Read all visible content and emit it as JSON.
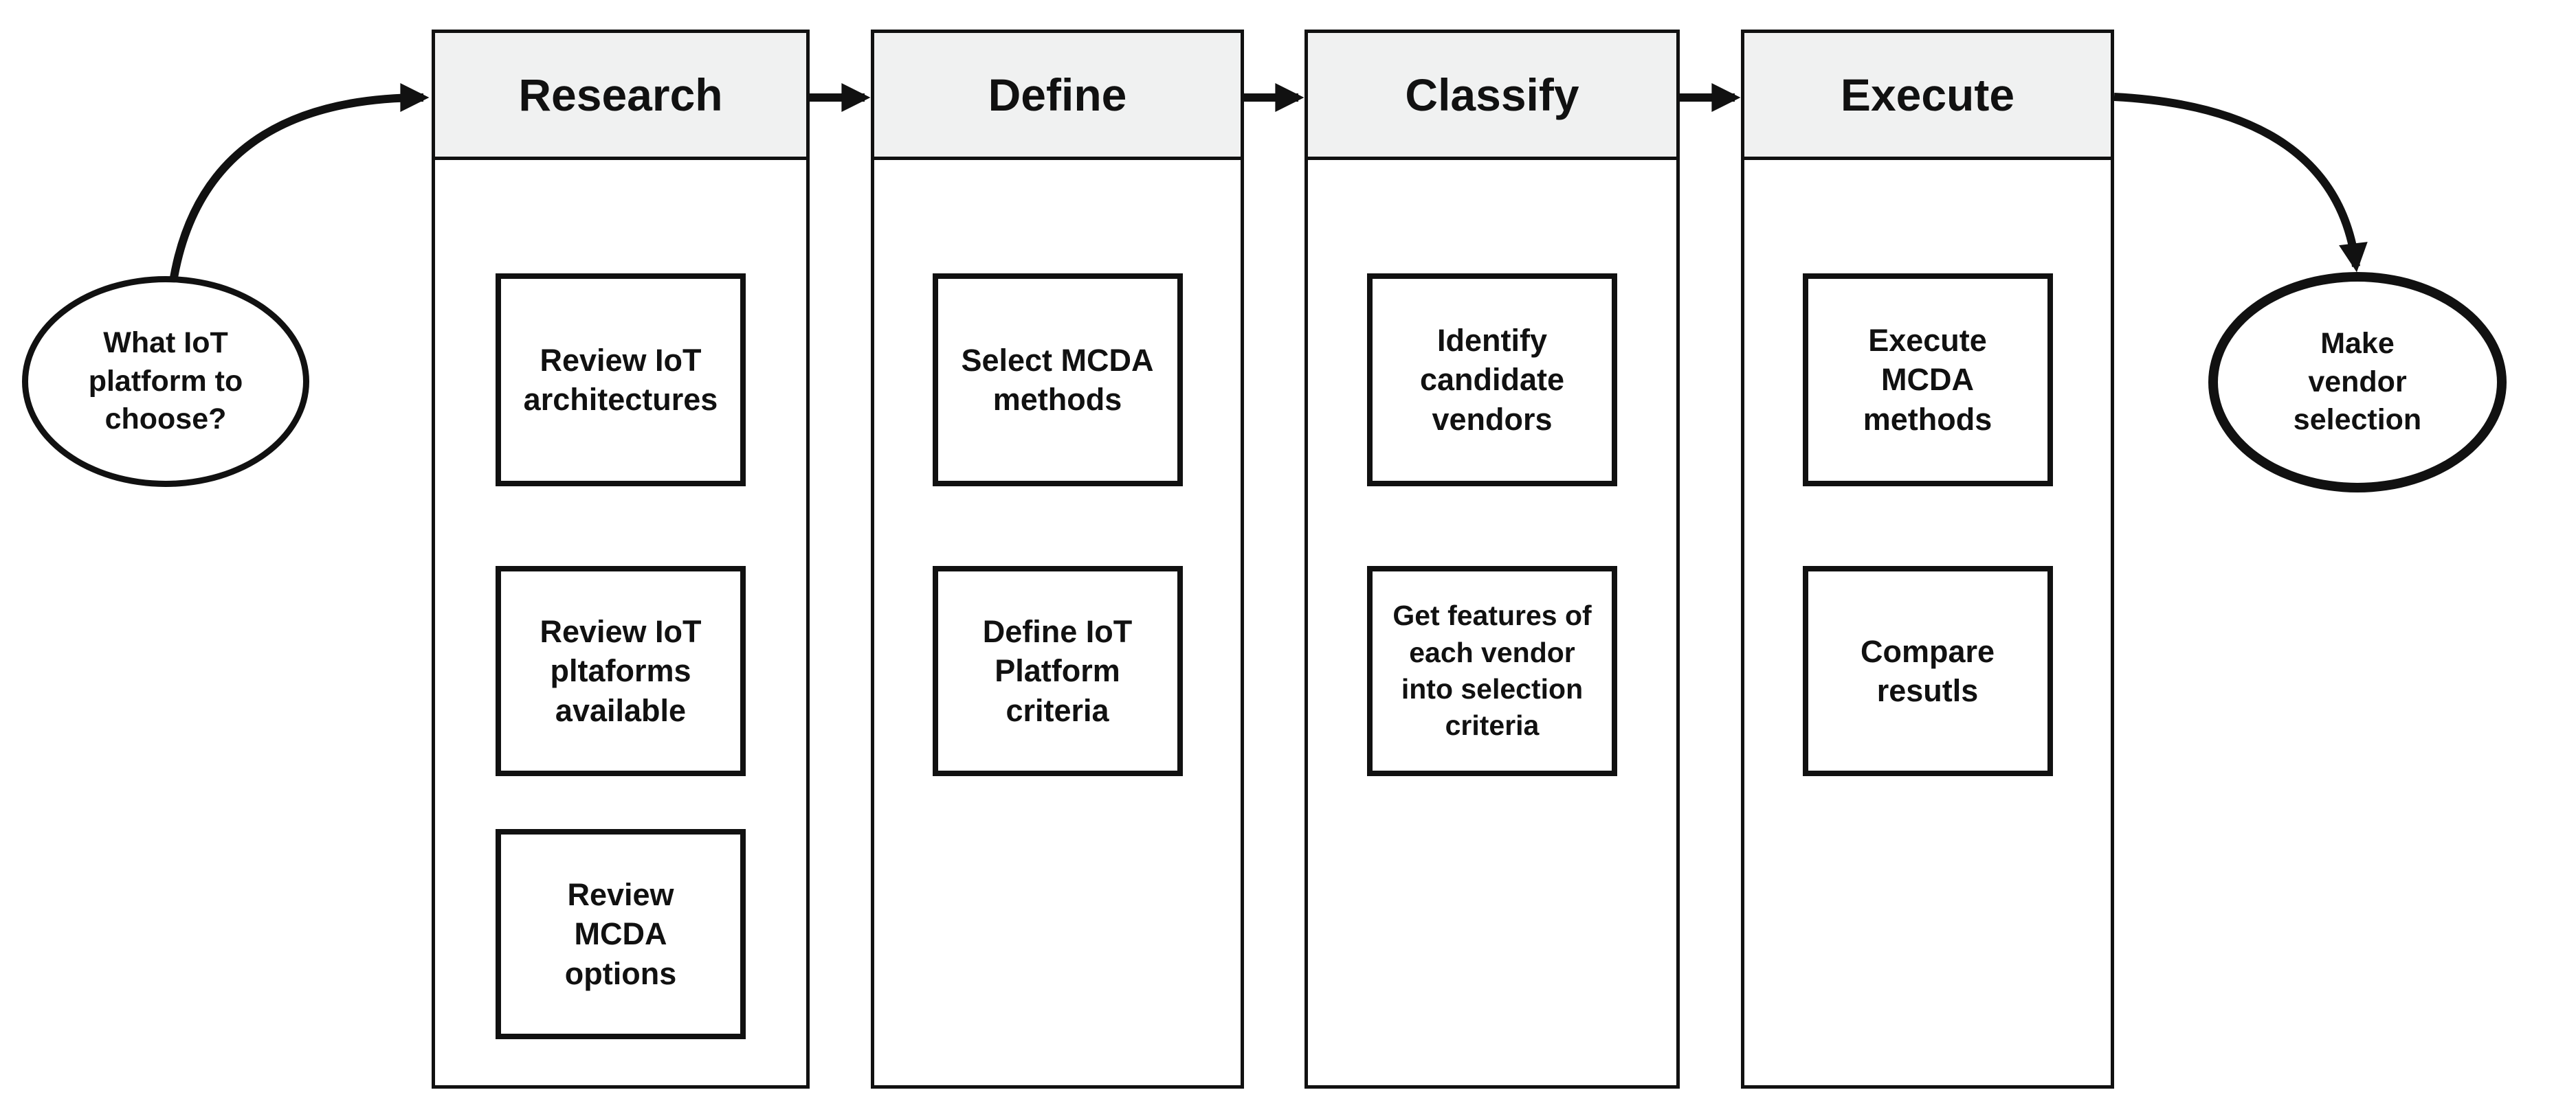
{
  "diagram": {
    "start_node": {
      "label": "What IoT\nplatform to\nchoose?"
    },
    "end_node": {
      "label": "Make\nvendor\nselection"
    },
    "phases": [
      {
        "label": "Research",
        "tasks": [
          "Review IoT\narchitectures",
          "Review IoT\npltaforms\navailable",
          "Review\nMCDA\noptions"
        ]
      },
      {
        "label": "Define",
        "tasks": [
          "Select MCDA\nmethods",
          "Define IoT\nPlatform\ncriteria"
        ]
      },
      {
        "label": "Classify",
        "tasks": [
          "Identify\ncandidate\nvendors",
          "Get features of\neach vendor\ninto selection\ncriteria"
        ]
      },
      {
        "label": "Execute",
        "tasks": [
          "Execute\nMCDA\nmethods",
          "Compare\nresutls"
        ]
      }
    ],
    "colors": {
      "background": "#ffffff",
      "stroke": "#111111",
      "header_fill": "#f0f1f1",
      "text": "#111111"
    }
  }
}
